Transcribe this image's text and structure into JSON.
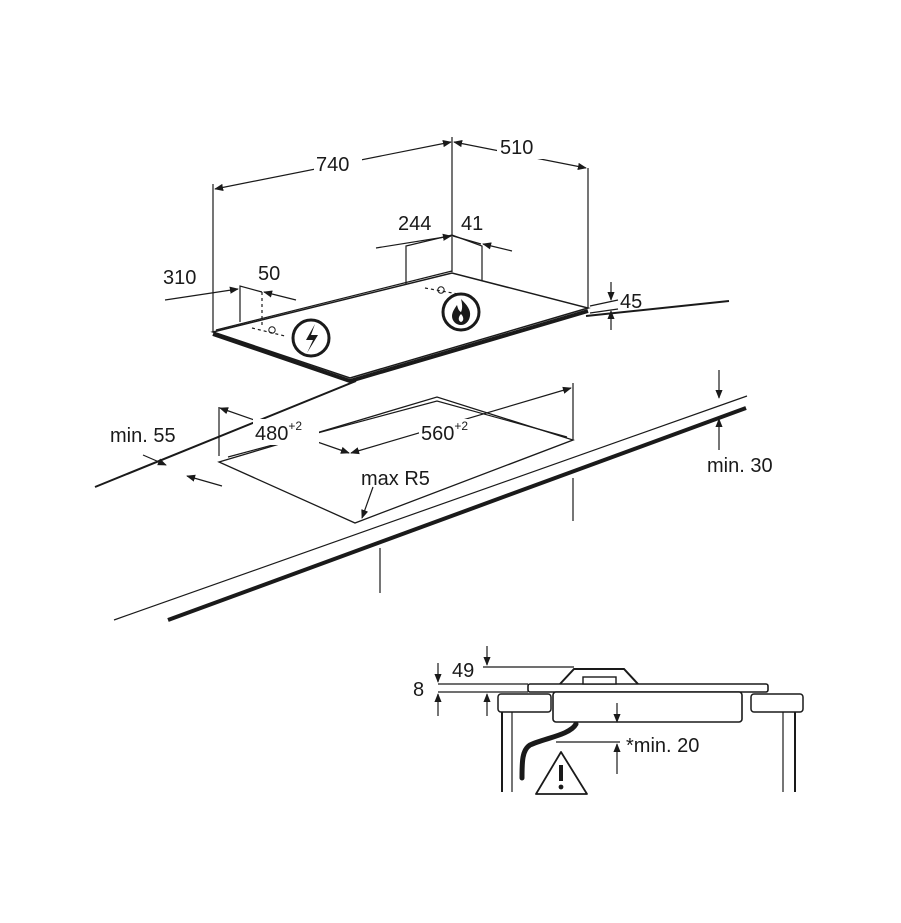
{
  "dimensions": {
    "hob_width": "740",
    "hob_depth": "510",
    "gas_inlet_x": "244",
    "gas_inlet_offset": "41",
    "elec_inlet_x": "310",
    "elec_inlet_offset": "50",
    "hob_height": "45",
    "cutout_depth": "480",
    "cutout_depth_tol": "+2",
    "cutout_width": "560",
    "cutout_width_tol": "+2",
    "min_back_distance": "min. 55",
    "corner_radius": "max R5",
    "min_worktop_thickness": "min. 30"
  },
  "section": {
    "total_height": "49",
    "top_offset": "8",
    "min_clearance": "*min. 20"
  },
  "icons": {
    "electric": "lightning-bolt-icon",
    "gas": "flame-icon",
    "warning": "warning-triangle-icon"
  }
}
